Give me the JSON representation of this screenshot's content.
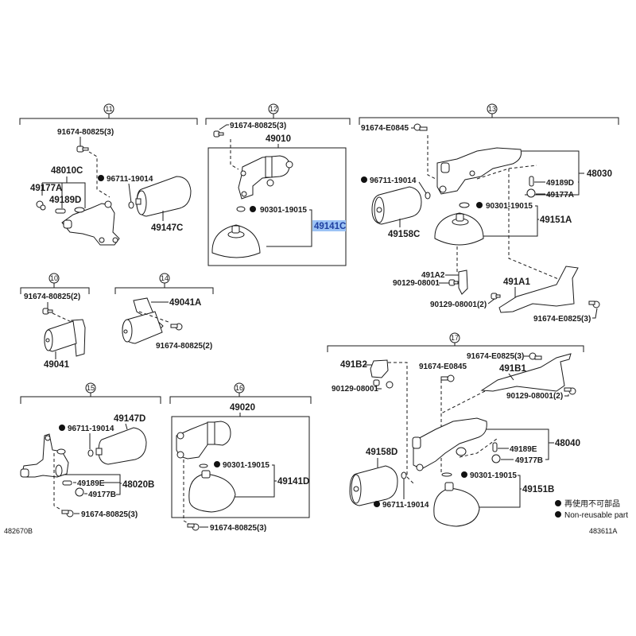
{
  "diagram": {
    "title": "Hydraulic pump / accumulator parts diagram",
    "highlight_color": "#9cc3f5",
    "sections": [
      {
        "id": "11",
        "label": "11",
        "parts": [
          "91674-80825(3)",
          "48010C",
          "49177A",
          "49189D",
          "96711-19014",
          "49147C"
        ]
      },
      {
        "id": "12",
        "label": "12",
        "parts": [
          "91674-80825(3)",
          "49010",
          "90301-19015",
          "49141C"
        ]
      },
      {
        "id": "13",
        "label": "13",
        "parts": [
          "91674-E0845",
          "96711-19014",
          "49158C",
          "48030",
          "49189D",
          "49177A",
          "90301-19015",
          "49151A",
          "491A2",
          "90129-08001",
          "491A1",
          "90129-08001(2)",
          "91674-E0825(3)"
        ]
      },
      {
        "id": "10",
        "label": "10",
        "parts": [
          "91674-80825(2)",
          "49041"
        ]
      },
      {
        "id": "14",
        "label": "14",
        "parts": [
          "49041A",
          "91674-80825(2)"
        ]
      },
      {
        "id": "15",
        "label": "15",
        "parts": [
          "49147D",
          "96711-19014",
          "49189E",
          "48020B",
          "49177B",
          "91674-80825(3)"
        ]
      },
      {
        "id": "16",
        "label": "16",
        "parts": [
          "49020",
          "90301-19015",
          "49141D",
          "91674-80825(3)"
        ]
      },
      {
        "id": "17",
        "label": "17",
        "parts": [
          "91674-E0825(3)",
          "491B2",
          "91674-E0845",
          "491B1",
          "90129-08001",
          "90129-08001(2)",
          "49158D",
          "48040",
          "49189E",
          "49177B",
          "90301-19015",
          "49151B",
          "96711-19014"
        ]
      }
    ],
    "highlighted_part": "49141C",
    "legend": {
      "line_jp": "再使用不可部品",
      "line_en": "Non-reusable part",
      "marker": "filled-circle"
    },
    "footer": {
      "left_code": "482670B",
      "right_code": "483611A"
    }
  }
}
